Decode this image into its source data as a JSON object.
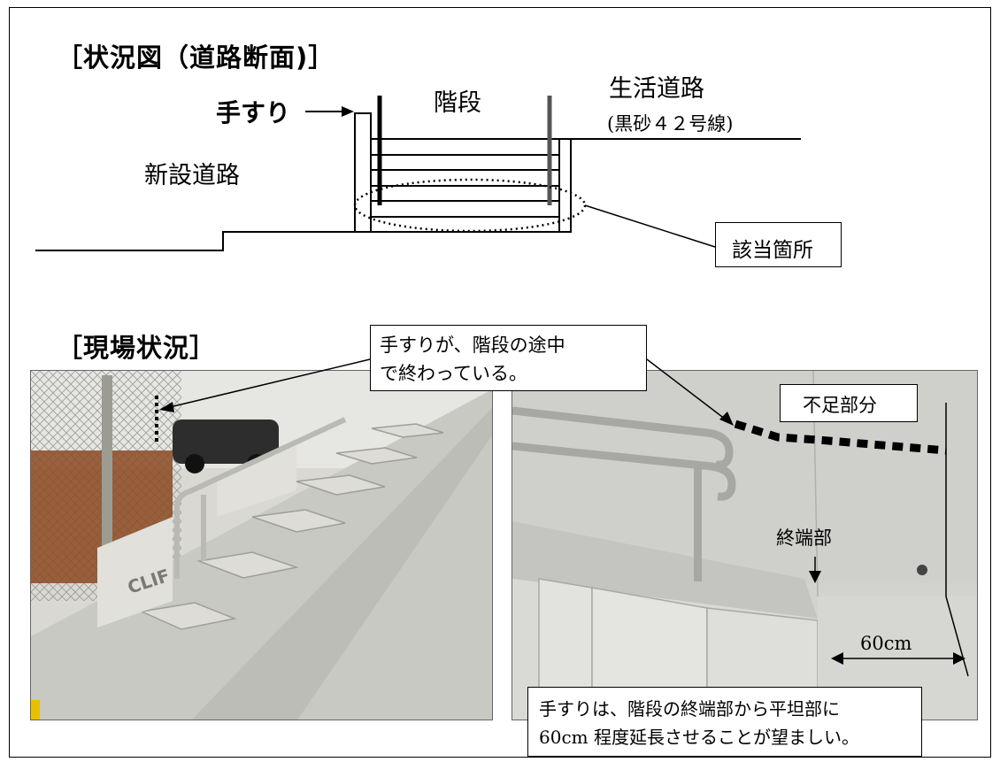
{
  "diagram": {
    "title": "［状況図（道路断面)］",
    "handrail_label": "手すり",
    "stairs_label": "階段",
    "road_name": "生活道路",
    "road_line": "(黒砂４２号線)",
    "new_road_label": "新設道路",
    "location_label": "該当箇所"
  },
  "photos": {
    "title": "［現場状況］",
    "callout_top": [
      "手すりが、階段の途中",
      "で終わっている。"
    ],
    "shortage_label": "不足部分",
    "end_label": "終端部",
    "distance_label": "60cm",
    "callout_bottom": [
      "手すりは、階段の終端部から平坦部に",
      "60cm 程度延長させることが望ましい。"
    ],
    "wall_text": "CLIF"
  }
}
